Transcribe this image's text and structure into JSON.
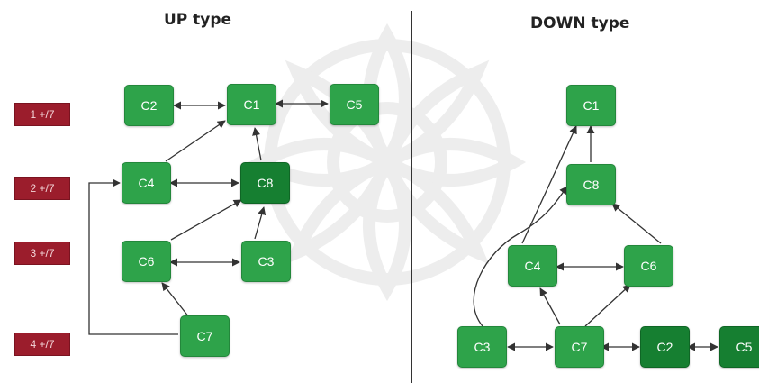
{
  "titles": {
    "up": "UP type",
    "down": "DOWN type"
  },
  "levels": [
    "1 +/7",
    "2 +/7",
    "3 +/7",
    "4 +/7"
  ],
  "up_nodes": {
    "c1": "C1",
    "c2": "C2",
    "c4": "C4",
    "c5": "C5",
    "c8": "C8",
    "c6": "C6",
    "c3": "C3",
    "c7": "C7"
  },
  "down_nodes": {
    "c1": "C1",
    "c8": "C8",
    "c4": "C4",
    "c6": "C6",
    "c3": "C3",
    "c7": "C7",
    "c2": "C2",
    "c5": "C5"
  },
  "up_edges": [
    {
      "from": "C2",
      "to": "C1",
      "direction": "both"
    },
    {
      "from": "C1",
      "to": "C5",
      "direction": "both"
    },
    {
      "from": "C4",
      "to": "C1",
      "direction": "forward"
    },
    {
      "from": "C8",
      "to": "C1",
      "direction": "forward"
    },
    {
      "from": "C4",
      "to": "C8",
      "direction": "both"
    },
    {
      "from": "C6",
      "to": "C8",
      "direction": "forward"
    },
    {
      "from": "C3",
      "to": "C8",
      "direction": "forward"
    },
    {
      "from": "C6",
      "to": "C3",
      "direction": "both"
    },
    {
      "from": "C7",
      "to": "C6",
      "direction": "forward"
    },
    {
      "from": "C7",
      "to": "C4",
      "direction": "forward"
    }
  ],
  "down_edges": [
    {
      "from": "C8",
      "to": "C1",
      "direction": "forward"
    },
    {
      "from": "C4",
      "to": "C1",
      "direction": "forward"
    },
    {
      "from": "C6",
      "to": "C8",
      "direction": "forward"
    },
    {
      "from": "C3",
      "to": "C8",
      "direction": "forward"
    },
    {
      "from": "C4",
      "to": "C6",
      "direction": "both"
    },
    {
      "from": "C7",
      "to": "C4",
      "direction": "forward"
    },
    {
      "from": "C7",
      "to": "C6",
      "direction": "forward"
    },
    {
      "from": "C3",
      "to": "C7",
      "direction": "both"
    },
    {
      "from": "C7",
      "to": "C2",
      "direction": "both"
    },
    {
      "from": "C2",
      "to": "C5",
      "direction": "both"
    }
  ],
  "colors": {
    "node_light": "#2ea34a",
    "node_dark": "#167f31",
    "level_badge": "#9b1d2c",
    "edge": "#333333",
    "divider": "#333333"
  }
}
